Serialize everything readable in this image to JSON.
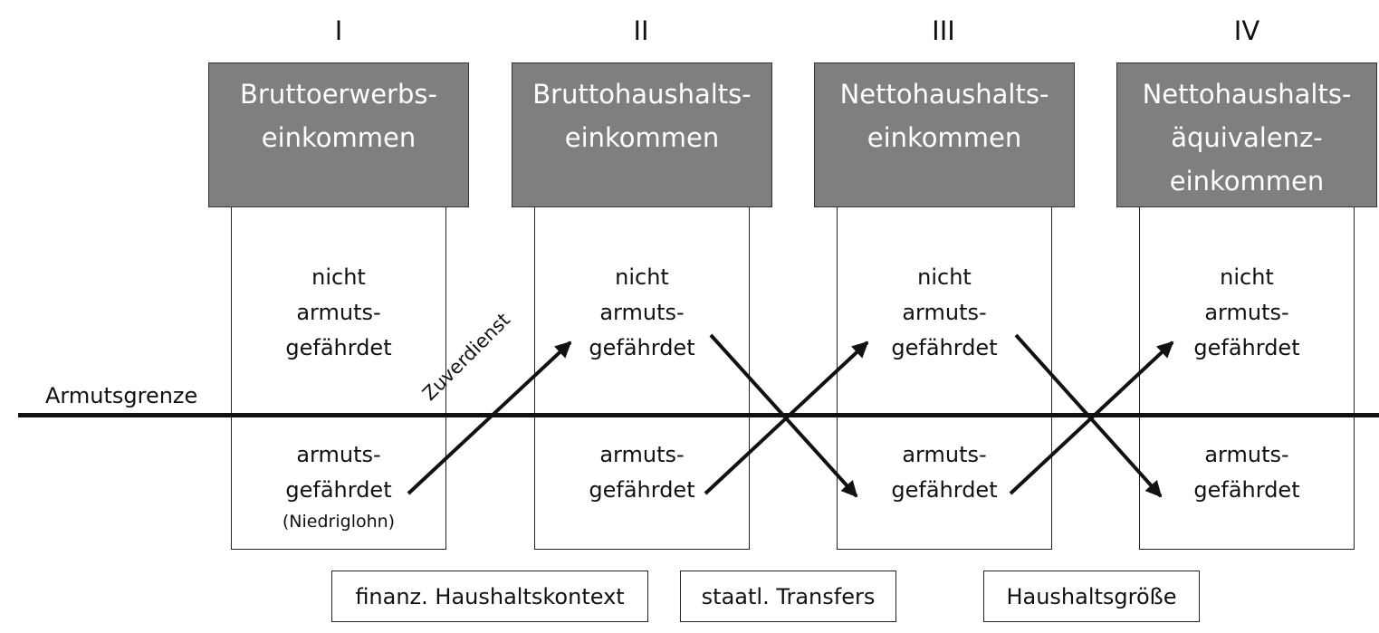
{
  "columns": [
    {
      "numeral": "I",
      "header_lines": [
        "Bruttoerwerbs-",
        "einkommen"
      ],
      "upper_lines": [
        "nicht",
        "armuts-",
        "gefährdet"
      ],
      "lower_lines": [
        "armuts-",
        "gefährdet"
      ],
      "lower_note": "(Niedriglohn)"
    },
    {
      "numeral": "II",
      "header_lines": [
        "Bruttohaushalts-",
        "einkommen"
      ],
      "upper_lines": [
        "nicht",
        "armuts-",
        "gefährdet"
      ],
      "lower_lines": [
        "armuts-",
        "gefährdet"
      ]
    },
    {
      "numeral": "III",
      "header_lines": [
        "Nettohaushalts-",
        "einkommen"
      ],
      "upper_lines": [
        "nicht",
        "armuts-",
        "gefährdet"
      ],
      "lower_lines": [
        "armuts-",
        "gefährdet"
      ]
    },
    {
      "numeral": "IV",
      "header_lines": [
        "Nettohaushalts-",
        "äquivalenz-",
        "einkommen"
      ],
      "upper_lines": [
        "nicht",
        "armuts-",
        "gefährdet"
      ],
      "lower_lines": [
        "armuts-",
        "gefährdet"
      ]
    }
  ],
  "poverty_line_label": "Armutsgrenze",
  "arrow_label": "Zuverdienst",
  "factors": [
    "finanz. Haushaltskontext",
    "staatl. Transfers",
    "Haushaltsgröße"
  ],
  "colors": {
    "header_fill": "#7f7f7f",
    "header_text": "#ffffff",
    "line": "#111111"
  }
}
